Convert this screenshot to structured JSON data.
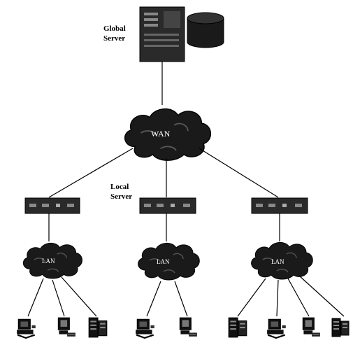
{
  "global_server": {
    "label_line1": "Global",
    "label_line2": "Server"
  },
  "wan": {
    "label": "WAN"
  },
  "local_server": {
    "label_line1": "Local",
    "label_line2": "Server"
  },
  "lans": [
    {
      "label": "LAN",
      "clients": [
        "workstation-icon",
        "terminal-icon",
        "server-tower-icon"
      ]
    },
    {
      "label": "LAN",
      "clients": [
        "workstation-icon",
        "terminal-icon"
      ]
    },
    {
      "label": "LAN",
      "clients": [
        "server-tower-icon",
        "workstation-icon",
        "terminal-icon",
        "server-tower-icon"
      ]
    }
  ],
  "colors": {
    "ink": "#111111",
    "cloud": "#1a1a1a",
    "server_box": "#2a2a2a",
    "paper": "#ffffff"
  }
}
